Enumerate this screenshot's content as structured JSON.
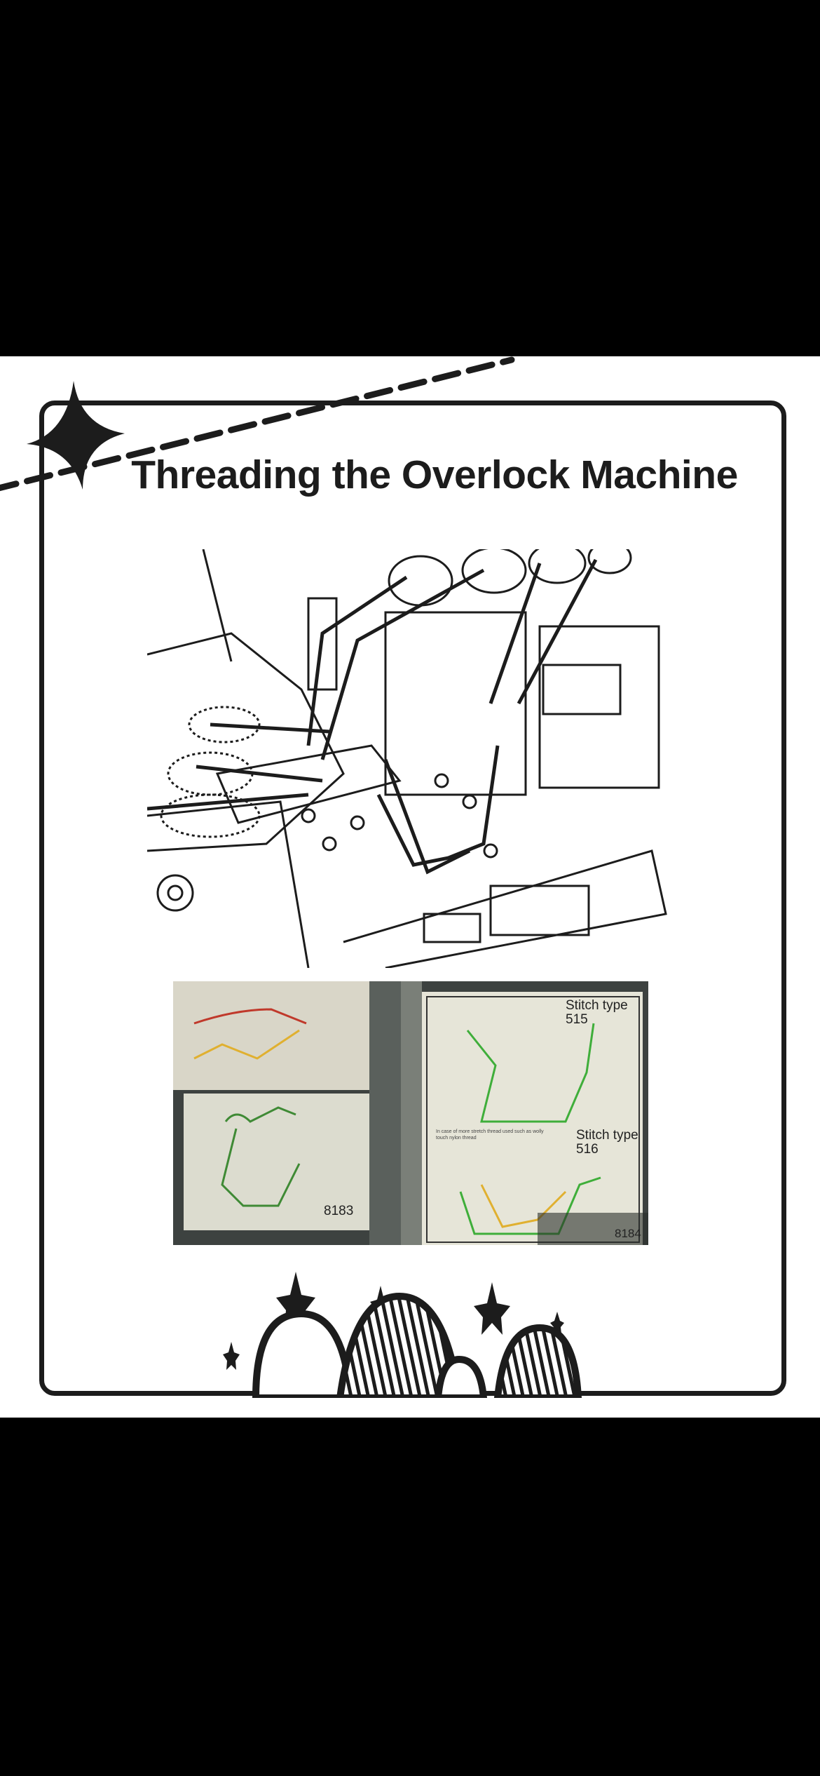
{
  "title": "Threading the Overlock Machine",
  "photo": {
    "left_panel_number": "8183",
    "right_panel": {
      "stitch_top": "Stitch type",
      "stitch_top_number": "515",
      "stitch_bottom": "Stitch type",
      "stitch_bottom_number": "516",
      "note": "In case of more stretch thread used such as wolly touch nylon thread",
      "panel_number": "8184"
    }
  },
  "colors": {
    "ink": "#1c1c1c",
    "thread_green": "#3fae3a",
    "thread_yellow": "#e0b030",
    "thread_red": "#c0392b"
  }
}
